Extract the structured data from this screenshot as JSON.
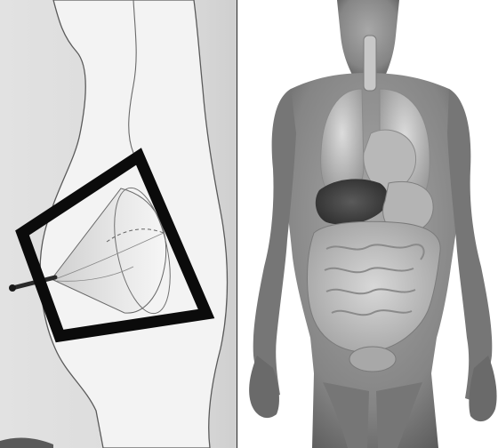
{
  "panels": [
    {
      "id": "left",
      "depicts": "line-drawing",
      "icon": "cone-probe-icon",
      "colors": {
        "background": "#d6d6d6",
        "skin": "#f4f4f4",
        "frame": "#0b0b0b",
        "line": "#555555"
      }
    },
    {
      "id": "right",
      "depicts": "anatomy-render",
      "icon": "torso-organs-icon",
      "colors": {
        "background": "#ffffff",
        "body": "#8a8a8a",
        "organs": "#c9c9c9",
        "dark": "#3a3a3a"
      }
    }
  ]
}
